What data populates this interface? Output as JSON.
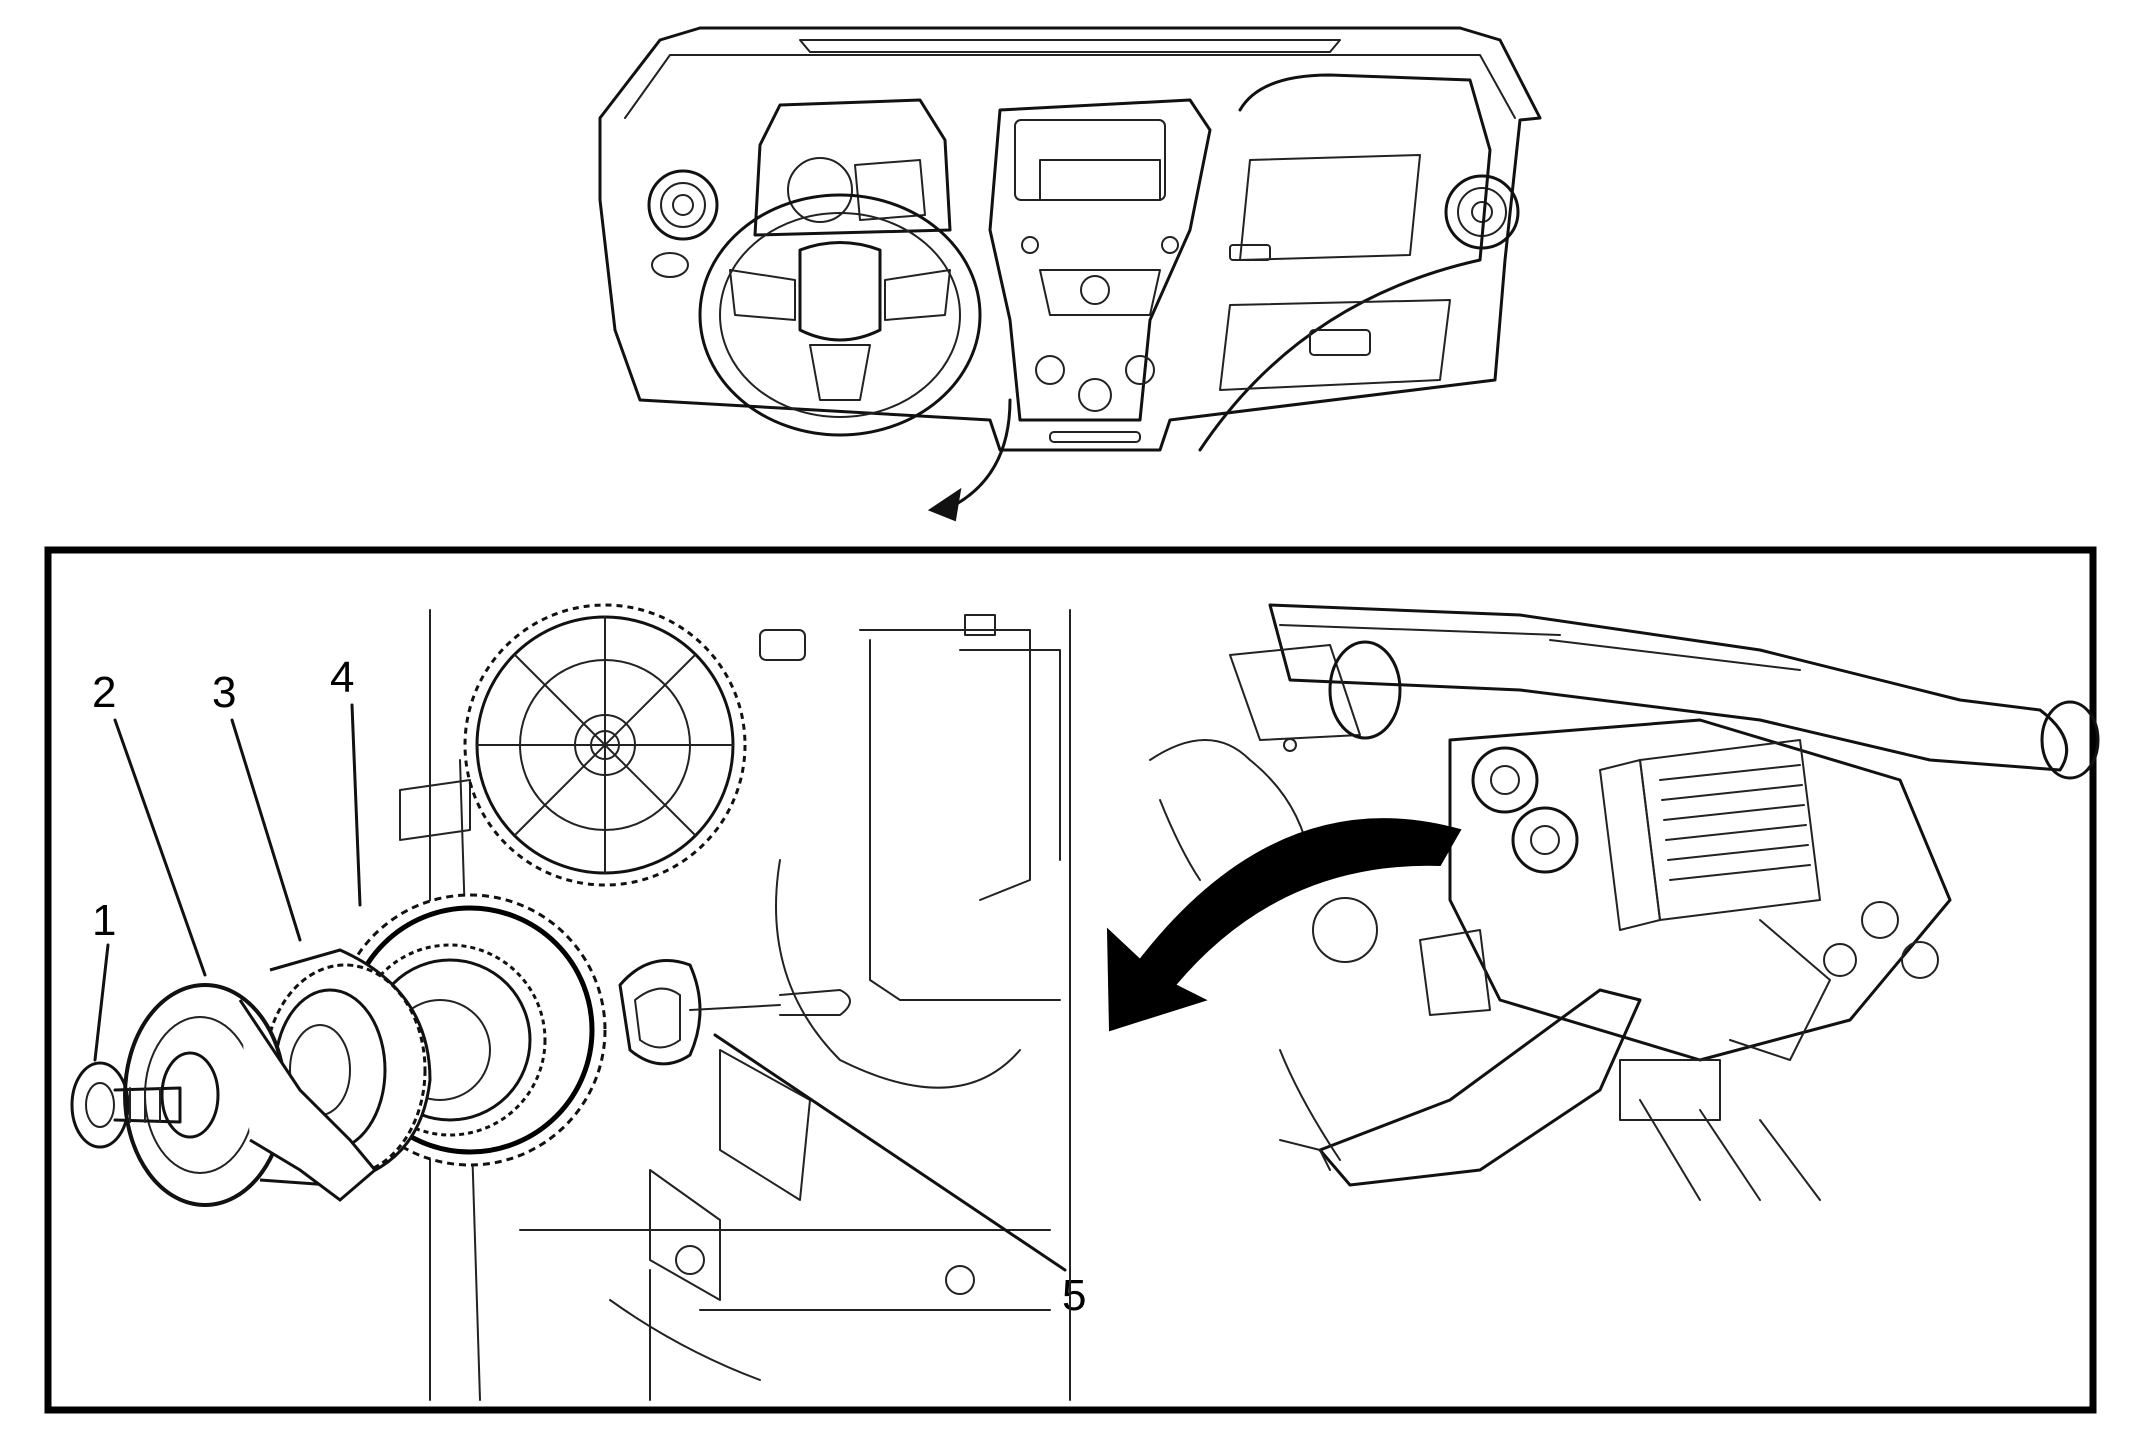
{
  "diagram": {
    "callouts": [
      {
        "id": "1",
        "label": "1"
      },
      {
        "id": "2",
        "label": "2"
      },
      {
        "id": "3",
        "label": "3"
      },
      {
        "id": "4",
        "label": "4"
      },
      {
        "id": "5",
        "label": "5"
      }
    ],
    "colors": {
      "line": "#111111",
      "background": "#ffffff"
    }
  }
}
